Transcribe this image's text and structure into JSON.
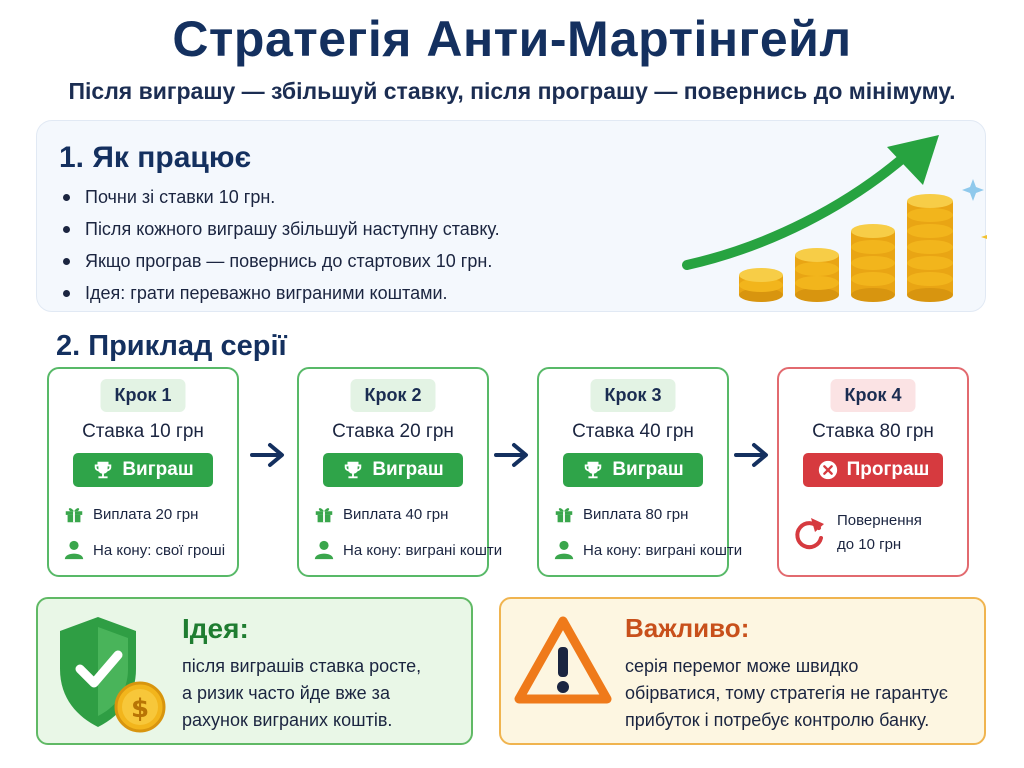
{
  "header": {
    "title": "Стратегія Анти-Мартінгейл",
    "subtitle": "Після виграшу — збільшуй ставку, після програшу — повернись до мінімуму."
  },
  "how_it_works": {
    "title": "1. Як працює",
    "items": [
      "Почни зі ставки 10 грн.",
      "Після кожного виграшу збільшуй наступну ставку.",
      "Якщо програв — повернись до стартових 10 грн.",
      "Ідея: грати переважно виграними коштами."
    ],
    "illustration_icons": [
      "green-up-trend-arrow-icon",
      "gold-coin-stacks-icon",
      "sparkle-icon"
    ]
  },
  "example": {
    "title": "2. Приклад серії",
    "steps": [
      {
        "badge": "Крок 1",
        "stake": "Ставка 10 грн",
        "result": "Виграш",
        "result_icon": "trophy-icon",
        "payout": "Виплата 20 грн",
        "at_stake": "На кону: свої гроші"
      },
      {
        "badge": "Крок 2",
        "stake": "Ставка 20 грн",
        "result": "Виграш",
        "result_icon": "trophy-icon",
        "payout": "Виплата 40 грн",
        "at_stake": "На кону: виграні кошти"
      },
      {
        "badge": "Крок 3",
        "stake": "Ставка 40 грн",
        "result": "Виграш",
        "result_icon": "trophy-icon",
        "payout": "Виплата 80 грн",
        "at_stake": "На кону: виграні кошти"
      },
      {
        "badge": "Крок 4",
        "stake": "Ставка 80 грн",
        "result": "Програш",
        "result_icon": "x-circle-icon",
        "return_line1": "Повернення",
        "return_line2": "до 10 грн"
      }
    ]
  },
  "idea": {
    "title": "Ідея:",
    "lines": [
      "після виграшів ставка росте,",
      "а ризик часто йде вже за",
      "рахунок виграних коштів."
    ]
  },
  "warning": {
    "title": "Важливо:",
    "lines": [
      "серія перемог може швидко",
      "обірватися, тому стратегія не гарантує",
      "прибуток і потребує контролю банку."
    ]
  },
  "colors": {
    "title": "#14305f",
    "win": "#2fa449",
    "lose": "#d63a3f",
    "idea_title": "#1f7d31",
    "warning_title": "#c8501b",
    "coin": "#f2b51c"
  }
}
